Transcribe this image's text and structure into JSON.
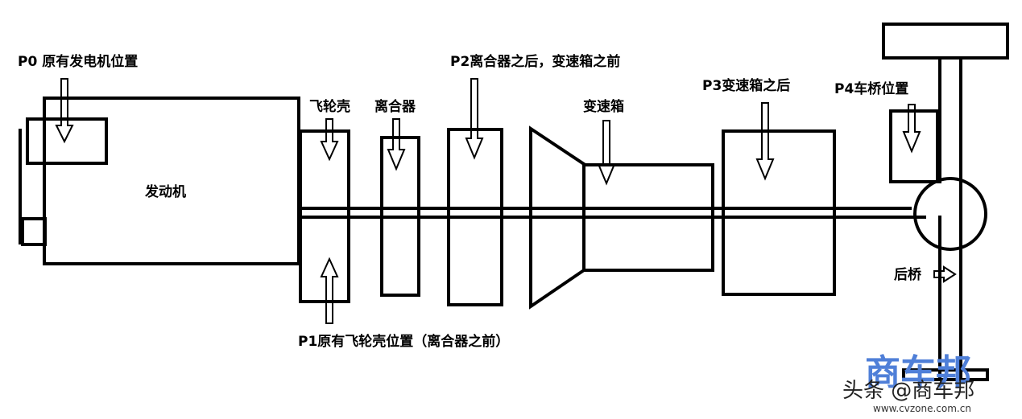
{
  "labels": {
    "p0": "P0 原有发电机位置",
    "flywheel_housing": "飞轮壳",
    "clutch": "离合器",
    "p2": "P2离合器之后，变速箱之前",
    "gearbox": "变速箱",
    "p3": "P3变速箱之后",
    "p4": "P4车桥位置",
    "engine": "发动机",
    "rear_axle": "后桥",
    "p1": "P1原有飞轮壳位置（离合器之前）"
  },
  "watermark": {
    "brand": "商车邦",
    "source": "头条 @商车邦",
    "url": "www.cvzone.com.cn"
  },
  "colors": {
    "line": "#000000",
    "watermark_blue": "#4f7fd8"
  }
}
